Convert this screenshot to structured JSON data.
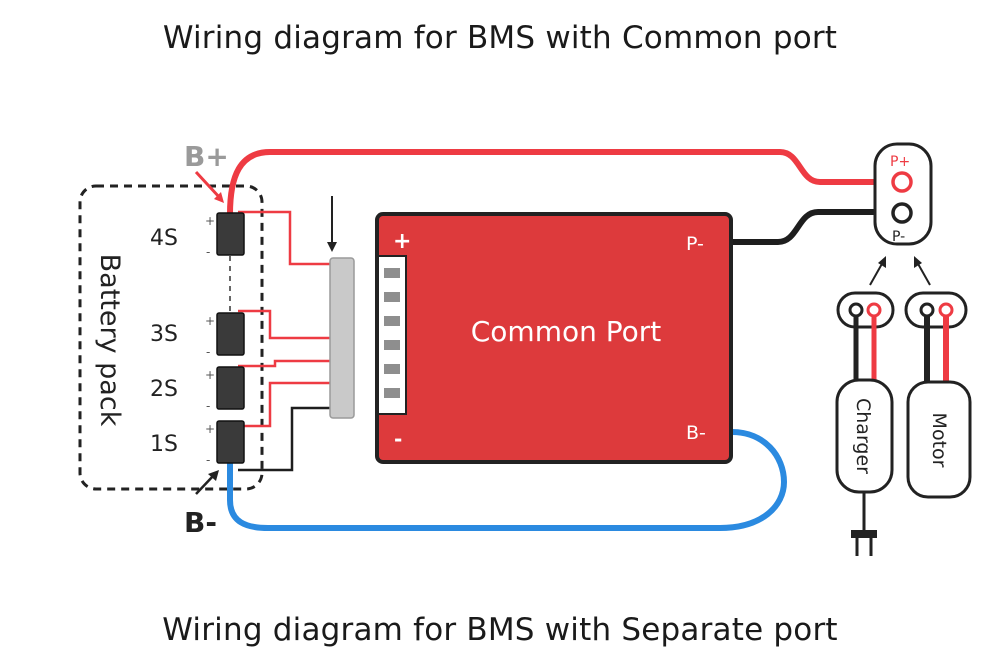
{
  "titles": {
    "top": "Wiring diagram for BMS with Common port",
    "bottom": "Wiring diagram for BMS with Separate port"
  },
  "battery": {
    "label": "Battery pack",
    "bplus": "B+",
    "bminus": "B-",
    "cells": [
      "4S",
      "3S",
      "2S",
      "1S"
    ],
    "plus_sign": "+",
    "minus_sign": "-"
  },
  "board": {
    "label": "Common Port",
    "plus": "+",
    "minus": "-",
    "p_minus": "P-",
    "b_minus": "B-"
  },
  "port": {
    "p_plus": "P+",
    "p_minus": "P-"
  },
  "devices": {
    "charger": "Charger",
    "motor": "Motor"
  },
  "colors": {
    "red_wire": "#ee3b43",
    "black_wire": "#1e1e1e",
    "blue_wire": "#2b8ae0",
    "board": "#dd3a3c",
    "connector": "#c9c9c9"
  }
}
